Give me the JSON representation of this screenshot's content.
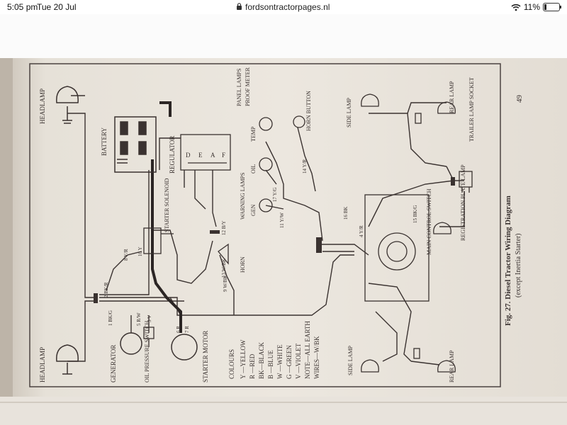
{
  "status_bar": {
    "time": "5:05 pm",
    "date": "Tue 20 Jul",
    "url": "fordsontractorpages.nl",
    "battery": "11%",
    "icons": [
      "lock-icon",
      "wifi-icon",
      "battery-icon"
    ]
  },
  "diagram": {
    "caption_main": "Fig. 27. Diesel Tractor Wiring Diagram",
    "caption_sub": "(except Inertia Starter)",
    "page_number": "49",
    "labels": {
      "headlamp_top": "HEADLAMP",
      "headlamp_bottom": "HEADLAMP",
      "battery": "BATTERY",
      "regulator": "REGULATOR",
      "reg_terminals": [
        "D",
        "E",
        "A",
        "F"
      ],
      "starter_solenoid": "STARTER SOLENOID",
      "panel_lamps": "PANEL LAMPS",
      "proof_meter": "PROOF METER",
      "temp": "TEMP",
      "oil": "OIL",
      "gen": "GEN",
      "warning_lamps": "WARNING LAMPS",
      "horn_button": "HORN BUTTON",
      "horn": "HORN",
      "side_lamp_top": "SIDE LAMP",
      "side_lamp_bottom": "SIDE LAMP",
      "rear_lamp_top": "REAR LAMP",
      "rear_lamp_bottom": "REAR LAMP",
      "trailer_lamp_socket": "TRAILER LAMP SOCKET",
      "registration_plate_lamp": "REGISTRATION PLATE LAMP",
      "main_control_switch": "MAIN CONTROL SWITCH",
      "generator": "GENERATOR",
      "oil_pressure_switch": "OIL PRESSURE SWITCH",
      "starter_motor": "STARTER MOTOR"
    },
    "wire_tags": [
      "1 BK/G",
      "2 BK/R",
      "3 V",
      "4 Y/R",
      "5 R/W",
      "6 R",
      "7 R",
      "8 Y/R",
      "9 W/BK",
      "10 Y",
      "11 Y/W",
      "12 B/Y",
      "13 W/BK",
      "14 Y/R",
      "15 BK/G",
      "16 BK",
      "17 Y/G"
    ],
    "colours_title": "COLOURS",
    "colours": [
      "Y —YELLOW",
      "R —RED",
      "BK—BLACK",
      "B —BLUE",
      "W —WHITE",
      "G —GREEN",
      "V —VIOLET",
      "NOTE—ALL EARTH",
      "WIRES—W/BK"
    ]
  }
}
